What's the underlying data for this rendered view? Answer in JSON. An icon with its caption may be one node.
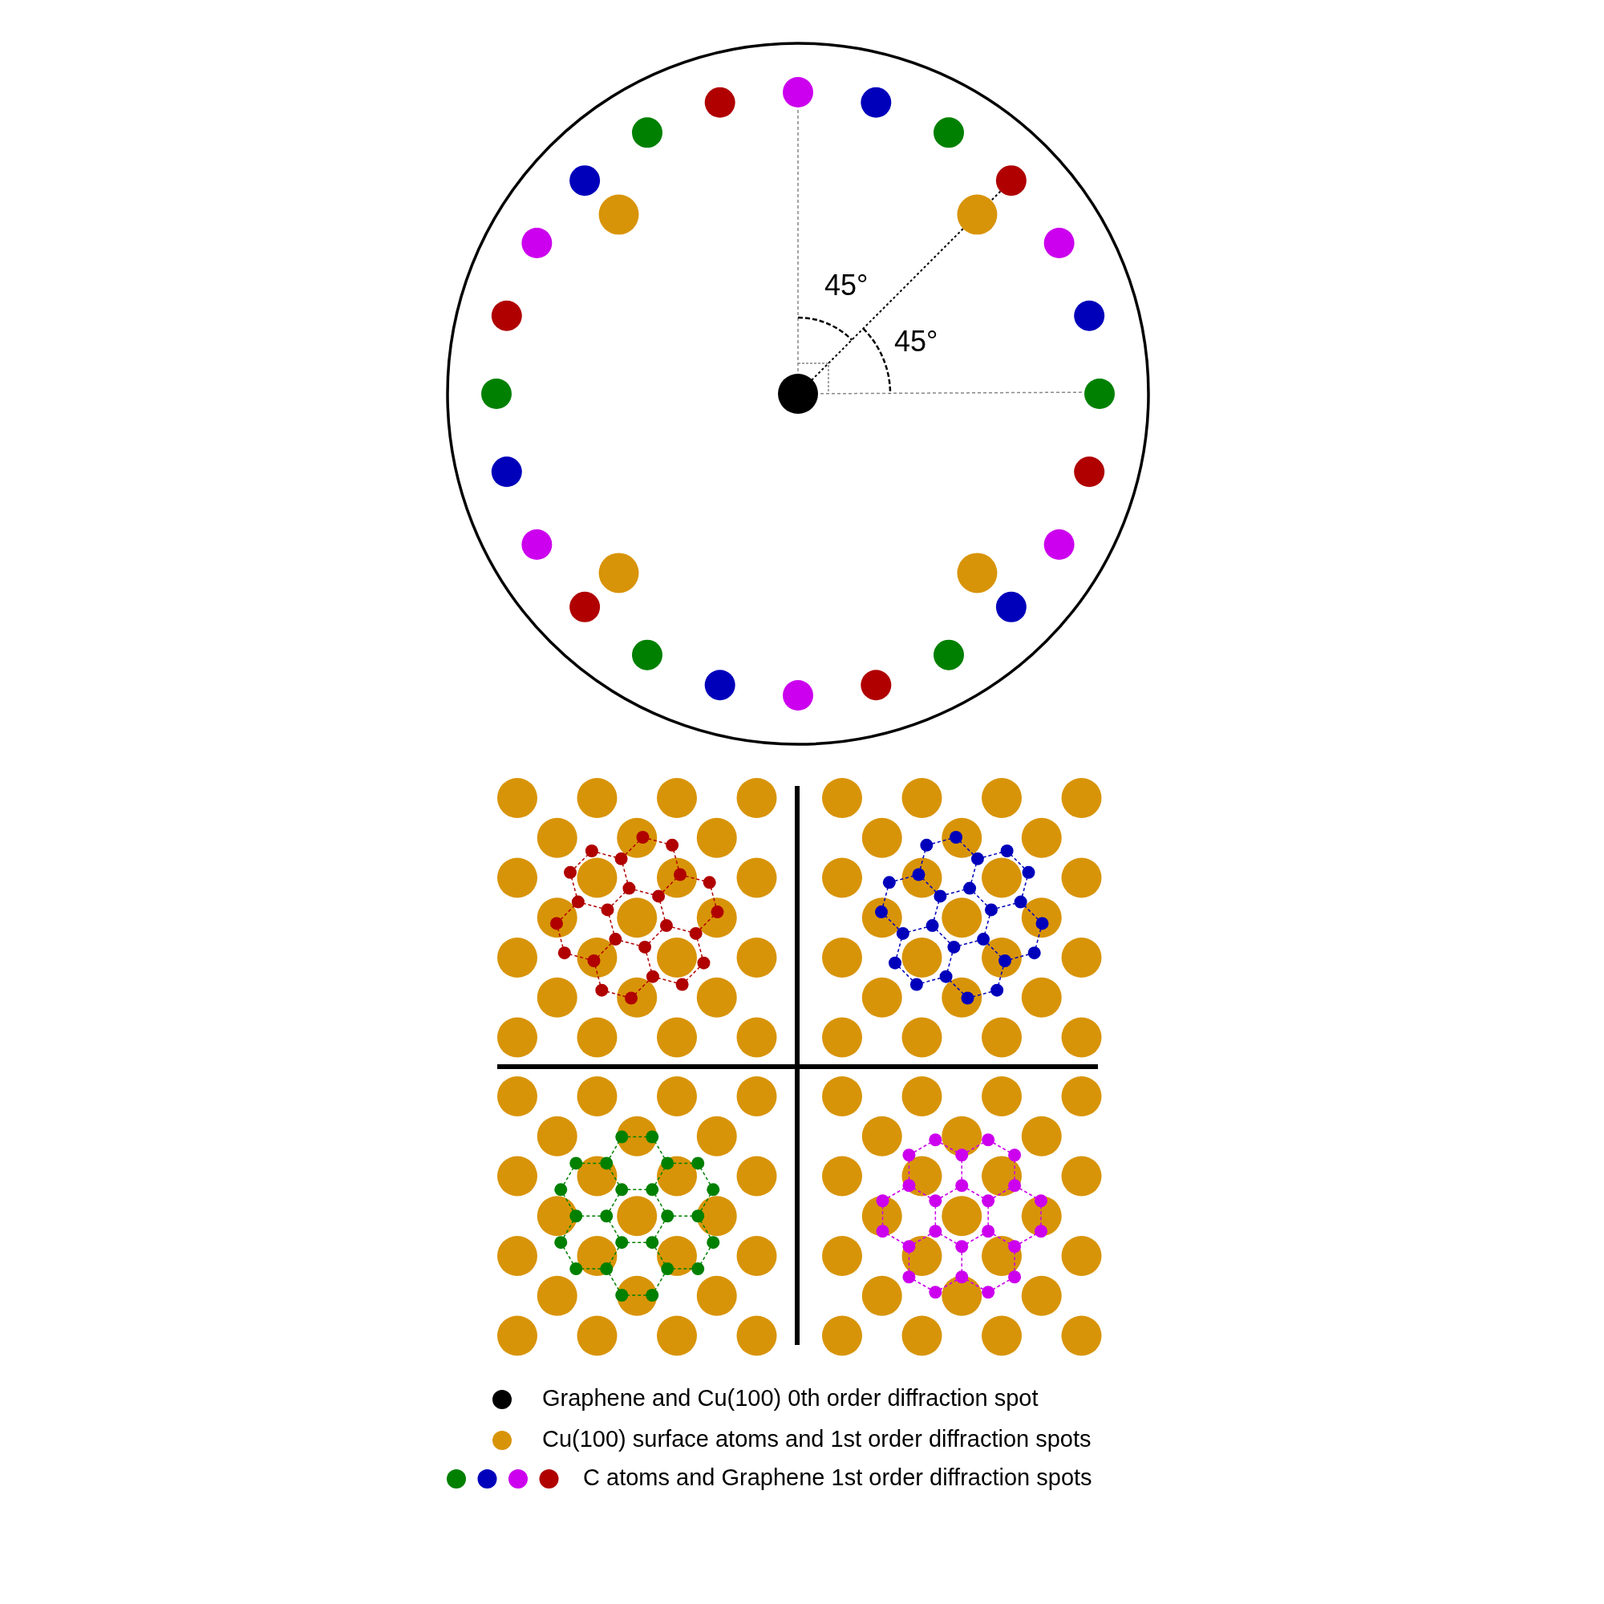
{
  "diagram": {
    "labels": [
      "45°",
      "45°"
    ],
    "legend": [
      {
        "text": "Graphene and Cu(100) 0th order diffraction spot",
        "color": "#000000"
      },
      {
        "text": "Cu(100) surface atoms and 1st order diffraction spots",
        "color": "#d89408"
      },
      {
        "text": "C atoms and Graphene 1st order diffraction spots"
      }
    ]
  }
}
